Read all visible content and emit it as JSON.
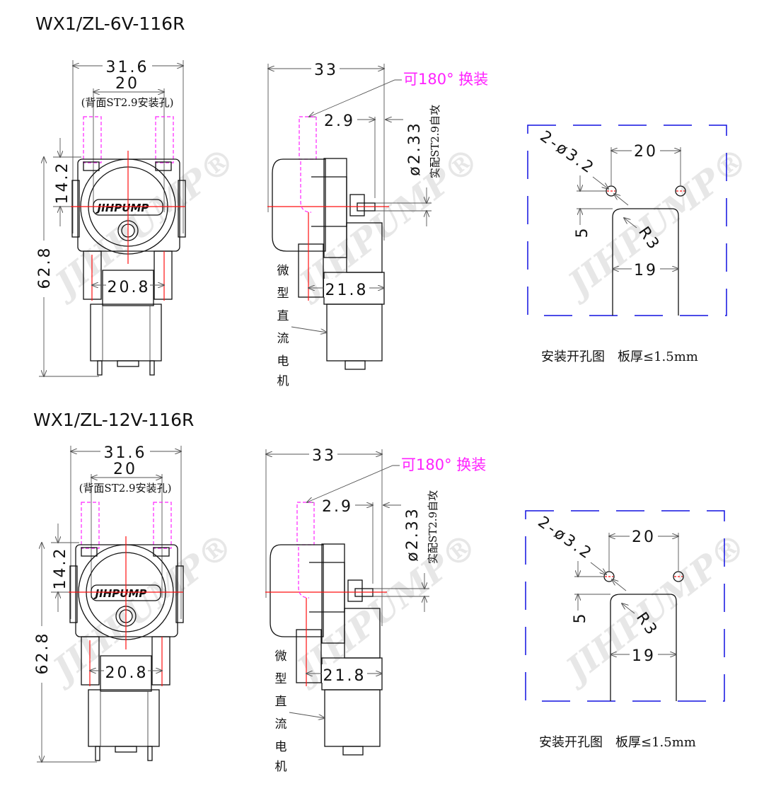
{
  "blocks": [
    {
      "title": "WX1/ZL-6V-116R",
      "front": {
        "width_dim": "31.6",
        "hole_spacing_dim": "20",
        "hole_note": "(背面ST2.9安装孔)",
        "offset_dim": "14.2",
        "height_dim": "62.8",
        "port_spacing_dim": "20.8",
        "logo": "JIHPUMP"
      },
      "side": {
        "depth_dim": "33",
        "rotate_note": "可180° 换装",
        "shaft_dim": "2.9",
        "shaft_dia_dim": "ø2.33",
        "screw_note": "实配ST2.9自攻",
        "motor_label": [
          "微",
          "型",
          "直",
          "流",
          "电",
          "机"
        ],
        "gear_dim": "21.8"
      },
      "cutout": {
        "holes_dim": "2-ø3.2",
        "spacing_dim": "20",
        "offset_dim": "5",
        "radius_dim": "R3",
        "slot_width_dim": "19",
        "caption": "安装开孔图　板厚≤1.5mm"
      }
    },
    {
      "title": "WX1/ZL-12V-116R",
      "front": {
        "width_dim": "31.6",
        "hole_spacing_dim": "20",
        "hole_note": "(背面ST2.9安装孔)",
        "offset_dim": "14.2",
        "height_dim": "62.8",
        "port_spacing_dim": "20.8",
        "logo": "JIHPUMP"
      },
      "side": {
        "depth_dim": "33",
        "rotate_note": "可180° 换装",
        "shaft_dim": "2.9",
        "shaft_dia_dim": "ø2.33",
        "screw_note": "实配ST2.9自攻",
        "motor_label": [
          "微",
          "型",
          "直",
          "流",
          "电",
          "机"
        ],
        "gear_dim": "21.8"
      },
      "cutout": {
        "holes_dim": "2-ø3.2",
        "spacing_dim": "20",
        "offset_dim": "5",
        "radius_dim": "R3",
        "slot_width_dim": "19",
        "caption": "安装开孔图　板厚≤1.5mm"
      }
    }
  ],
  "watermark": "JIHPUMP®",
  "colors": {
    "line": "#111111",
    "hidden": "#ff22ff",
    "centerline": "#ff1010",
    "cutout_border": "#1010e0",
    "note": "#ff22ff"
  }
}
